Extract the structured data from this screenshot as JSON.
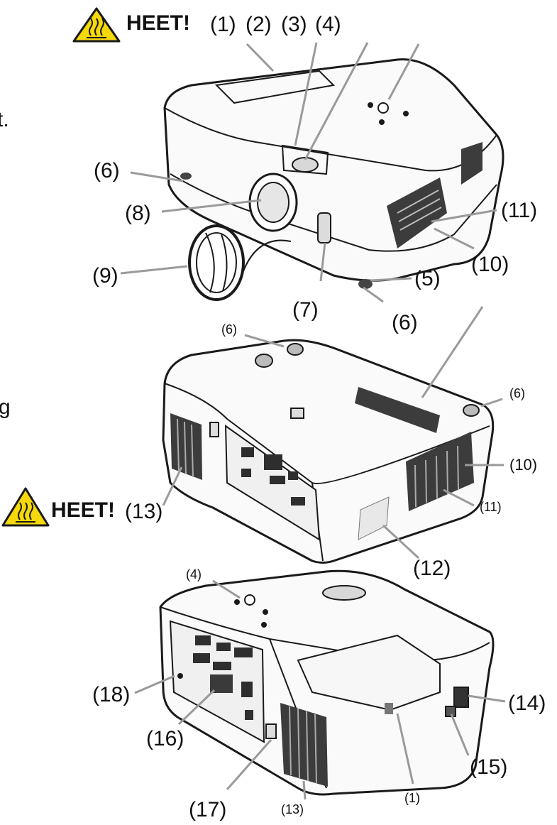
{
  "warnings": {
    "top": "HEET!",
    "middle": "HEET!"
  },
  "edge_text": {
    "t": "t.",
    "g": "g"
  },
  "labels": {
    "top_1": "(1)",
    "top_2": "(2)",
    "top_3": "(3)",
    "top_4": "(4)",
    "top_6_left": "(6)",
    "top_8": "(8)",
    "top_9": "(9)",
    "top_7": "(7)",
    "top_5": "(5)",
    "top_6_bottom": "(6)",
    "top_11": "(11)",
    "top_10": "(10)",
    "mid_6_top": "(6)",
    "mid_6_right": "(6)",
    "mid_10": "(10)",
    "mid_11": "(11)",
    "mid_12": "(12)",
    "mid_13": "(13)",
    "bot_4": "(4)",
    "bot_18": "(18)",
    "bot_16": "(16)",
    "bot_17": "(17)",
    "bot_13": "(13)",
    "bot_1": "(1)",
    "bot_15": "(15)",
    "bot_14": "(14)"
  },
  "colors": {
    "warning_fill": "#f5d90a",
    "warning_stroke": "#1a1a1a",
    "leader": "#9a9a9a"
  }
}
